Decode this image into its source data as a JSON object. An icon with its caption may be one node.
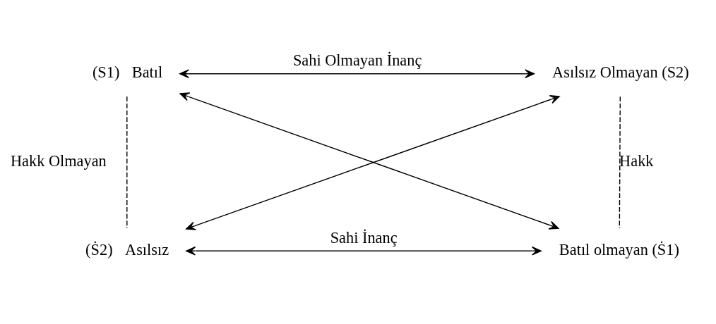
{
  "diagram": {
    "nodes": [
      {
        "text": [
          "Batıl"
        ],
        "beside": [
          "(S1)"
        ]
      },
      {
        "text": [
          "Asılsız Olmayan (S2)"
        ]
      },
      {
        "text": [
          "Asılsız"
        ],
        "beside": [
          "(Ṡ2)"
        ]
      },
      {
        "text": [
          "Batıl olmayan (Ṡ1)"
        ]
      }
    ],
    "edges": [
      {
        "from": 0,
        "to": 1,
        "arrow": "both",
        "label": "Sahi Olmayan İnanç"
      },
      {
        "from": 0,
        "to": 2,
        "arrow": "none",
        "style": "dashed",
        "label": "Hakk Olmayan"
      },
      {
        "from": 1,
        "to": 3,
        "arrow": "none",
        "style": "dashed",
        "label": "Hakk"
      },
      {
        "from": 0,
        "to": 3,
        "arrow": "both"
      },
      {
        "from": 1,
        "to": 2,
        "arrow": "both"
      },
      {
        "from": 2,
        "to": 3,
        "arrow": "both",
        "label": "Sahi İnanç"
      }
    ]
  }
}
